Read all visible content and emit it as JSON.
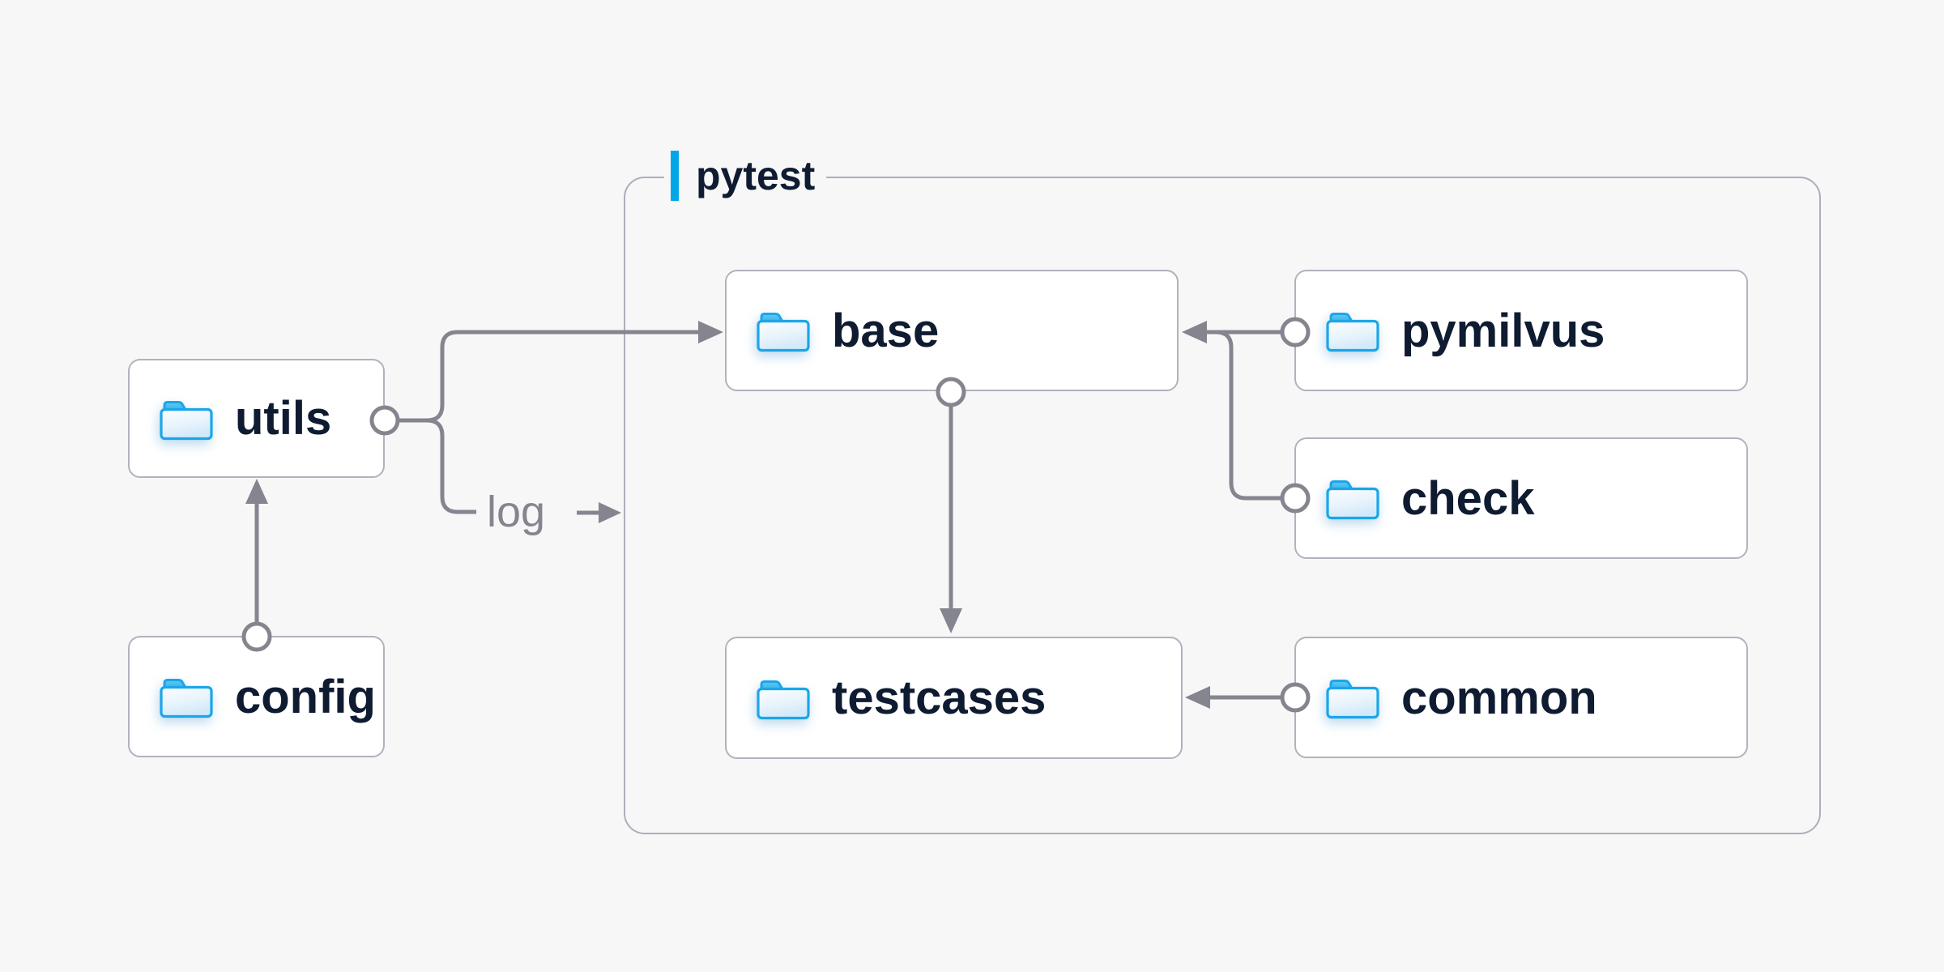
{
  "diagram": {
    "group": {
      "label": "pytest"
    },
    "edge_label": "log",
    "nodes": [
      {
        "id": "utils",
        "label": "utils"
      },
      {
        "id": "config",
        "label": "config"
      },
      {
        "id": "base",
        "label": "base"
      },
      {
        "id": "pymilvus",
        "label": "pymilvus"
      },
      {
        "id": "check",
        "label": "check"
      },
      {
        "id": "testcases",
        "label": "testcases"
      },
      {
        "id": "common",
        "label": "common"
      }
    ],
    "edges": [
      {
        "from": "config",
        "to": "utils"
      },
      {
        "from": "utils",
        "to": "base"
      },
      {
        "from": "utils",
        "to": "log"
      },
      {
        "from": "pymilvus",
        "to": "base"
      },
      {
        "from": "check",
        "to": "base"
      },
      {
        "from": "base",
        "to": "testcases"
      },
      {
        "from": "common",
        "to": "testcases"
      }
    ],
    "colors": {
      "background": "#f7f7f8",
      "node_fill": "#ffffff",
      "node_border": "#b2b2bd",
      "group_border": "#aeaeba",
      "line": "#85858f",
      "text": "#0e1b31",
      "muted_text": "#85858f",
      "accent": "#00a7e7",
      "folder_stroke": "#1aa6ea"
    }
  }
}
